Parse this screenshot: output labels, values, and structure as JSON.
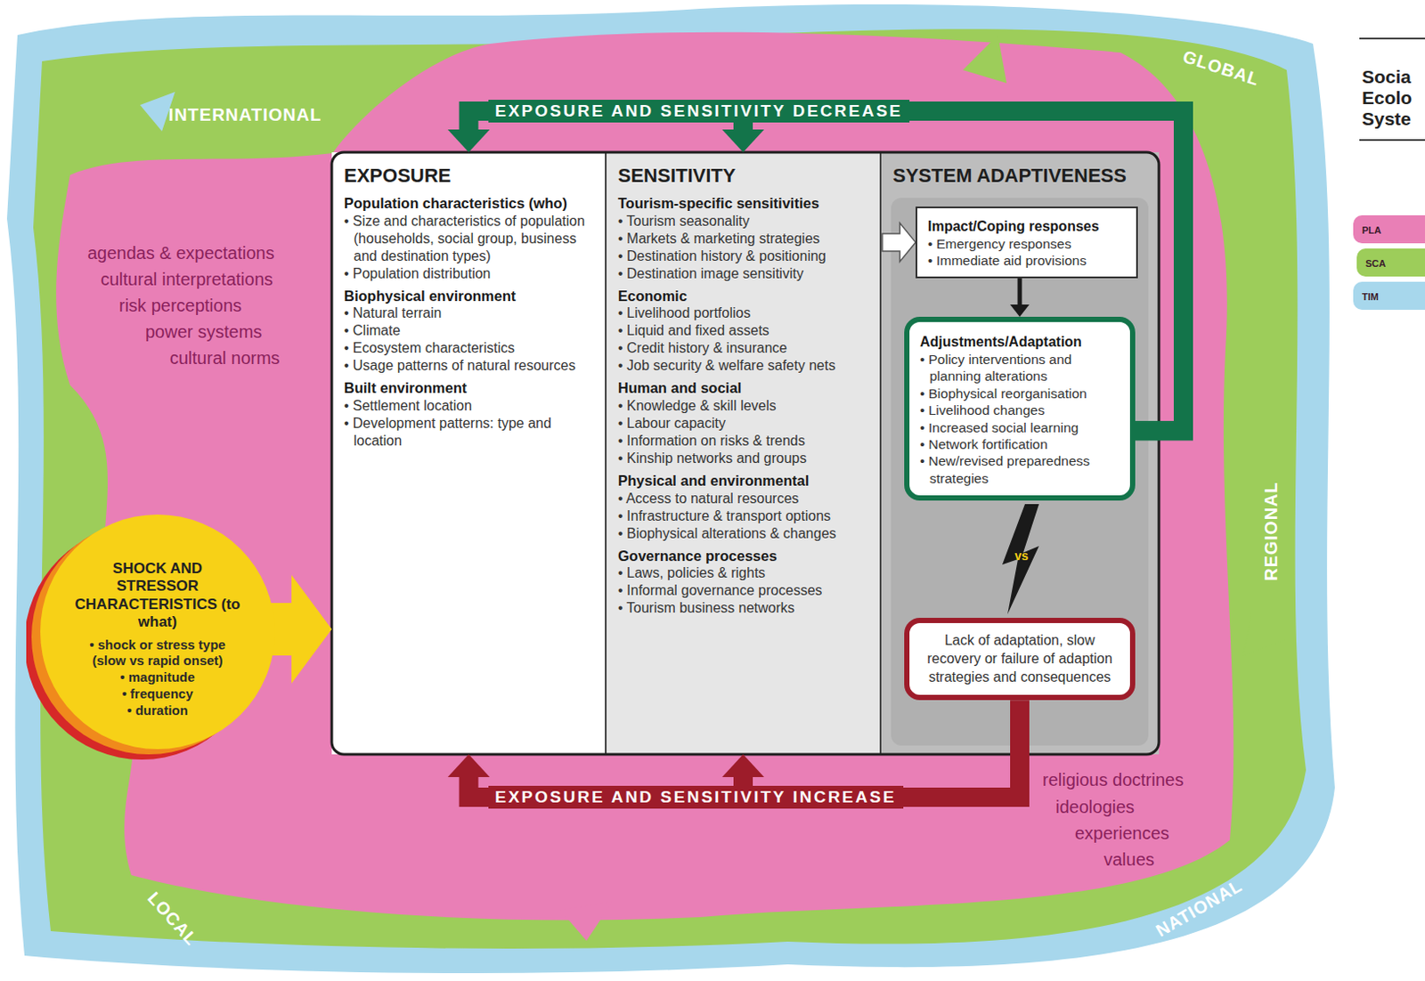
{
  "diagram": {
    "nodes": [
      {
        "text": [
          "EXPOSURE",
          "Population characteristics (who)",
          "• Size and characteristics of population (households, social group, business and destination types)",
          "• Population distribution",
          "Biophysical environment",
          "• Natural terrain",
          "• Climate",
          "• Ecosystem characteristics",
          "• Usage patterns of natural resources",
          "Built environment",
          "• Settlement location",
          "• Development patterns: type and location"
        ]
      },
      {
        "text": [
          "SENSITIVITY",
          "Tourism-specific sensitivities",
          "• Tourism seasonality",
          "• Markets & marketing strategies",
          "• Destination history & positioning",
          "• Destination image sensitivity",
          "Economic",
          "• Livelihood portfolios",
          "• Liquid and fixed assets",
          "• Credit history & insurance",
          "• Job security & welfare safety nets",
          "Human and social",
          "• Knowledge & skill levels",
          "• Labour capacity",
          "• Information on risks & trends",
          "• Kinship networks and groups",
          "Physical and environmental",
          "• Access to natural resources",
          "• Infrastructure & transport options",
          "• Biophysical alterations & changes",
          "Governance processes",
          "• Laws, policies & rights",
          "• Informal governance processes",
          "• Tourism business networks"
        ]
      },
      {
        "text": [
          "SYSTEM ADAPTIVENESS"
        ]
      },
      {
        "text": [
          "Impact/Coping responses",
          "• Emergency responses",
          "• Immediate aid provisions"
        ],
        "in": 2
      },
      {
        "text": [
          "Adjustments/Adaptation",
          "• Policy interventions and planning alterations",
          "• Biophysical reorganisation",
          "• Livelihood changes",
          "• Increased social learning",
          "• Network fortification",
          "• New/revised preparedness strategies"
        ],
        "in": 2
      },
      {
        "text": [
          "Lack of adaptation, slow recovery or failure of adaption strategies and consequences"
        ],
        "in": 2
      },
      {
        "text": [
          "SHOCK AND STRESSOR CHARACTERISTICS (to what)",
          "• shock or stress type (slow vs rapid onset)",
          "• magnitude",
          "• frequency",
          "• duration"
        ]
      }
    ],
    "edges": [
      {
        "from": 4,
        "to": 0,
        "arrow": "to",
        "label": "EXPOSURE AND SENSITIVITY DECREASE"
      },
      {
        "from": 4,
        "to": 1,
        "arrow": "to"
      },
      {
        "from": 5,
        "to": 0,
        "arrow": "to",
        "label": "EXPOSURE AND SENSITIVITY INCREASE"
      },
      {
        "from": 5,
        "to": 1,
        "arrow": "to"
      },
      {
        "from": 6,
        "to": 0,
        "arrow": "to"
      },
      {
        "from": 1,
        "to": 3,
        "arrow": "to"
      },
      {
        "from": 3,
        "to": 4,
        "arrow": "to"
      },
      {
        "from": 4,
        "to": 5,
        "arrow": "none",
        "label": "vs"
      }
    ],
    "labels": [
      "INTERNATIONAL",
      "GLOBAL",
      "REGIONAL",
      "NATIONAL",
      "LOCAL",
      "agendas & expectations",
      "cultural interpretations",
      "risk perceptions",
      "power systems",
      "cultural norms",
      "religious doctrines",
      "ideologies",
      "experiences",
      "values",
      "Socia Ecolo Syste"
    ],
    "legend": [
      {
        "text": "PLA",
        "color": "#e97fb6"
      },
      {
        "text": "SCA",
        "color": "#9dcd5a"
      },
      {
        "text": "TIM",
        "color": "#a7d7ec"
      }
    ]
  }
}
